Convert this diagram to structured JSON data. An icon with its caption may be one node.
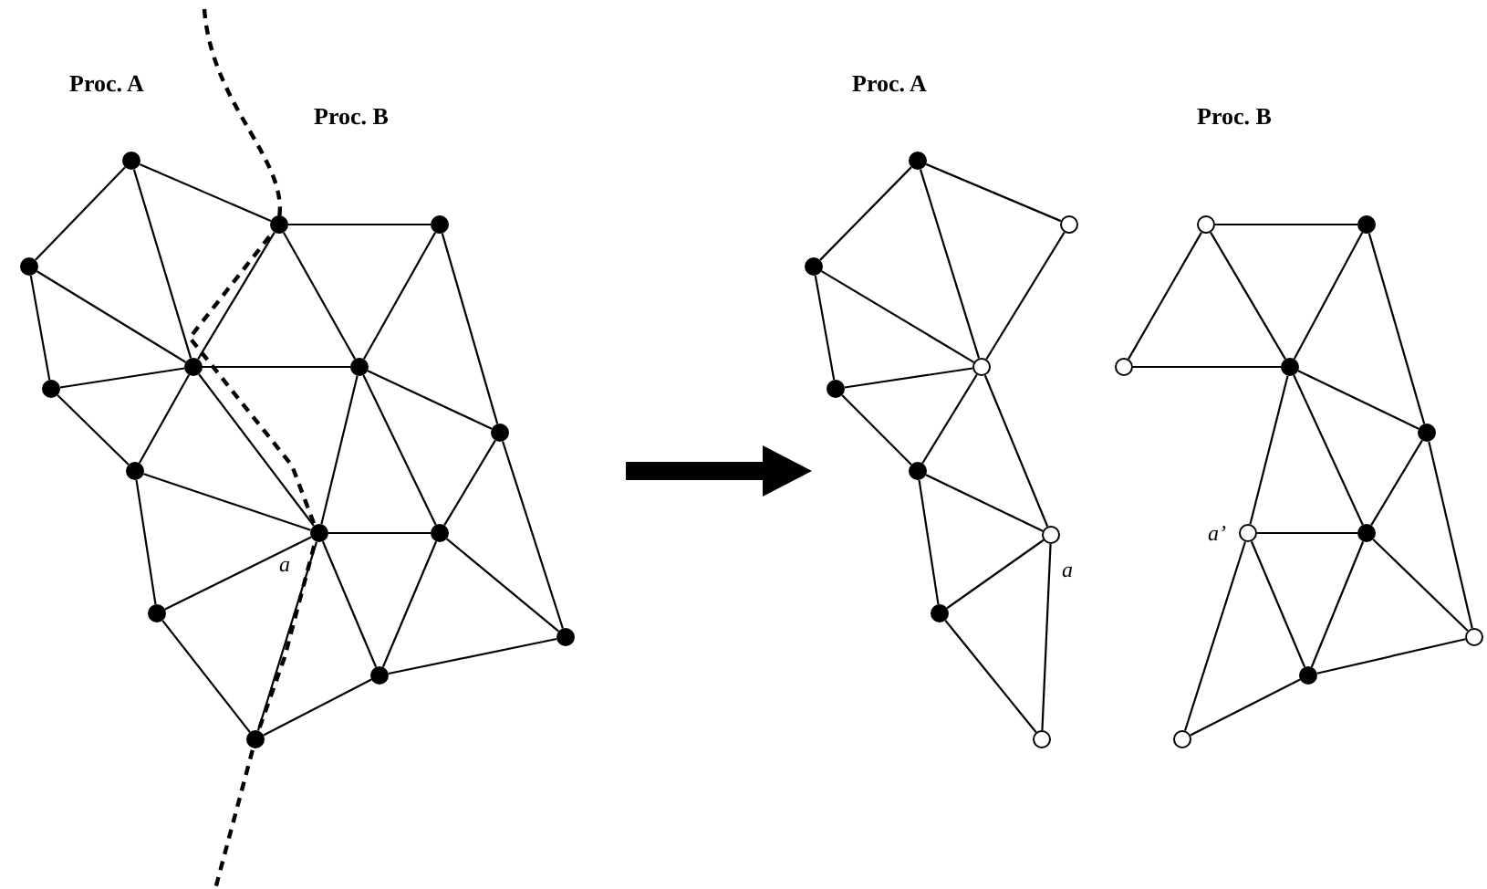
{
  "diagram": {
    "nodes": [
      {
        "text": [],
        "shape": "dot"
      },
      {
        "text": [],
        "shape": "dot"
      },
      {
        "text": [],
        "shape": "dot"
      },
      {
        "text": [],
        "shape": "dot"
      },
      {
        "text": [],
        "shape": "dot"
      },
      {
        "text": [],
        "shape": "dot"
      },
      {
        "text": [],
        "shape": "dot"
      },
      {
        "text": [],
        "shape": "dot"
      },
      {
        "text": [],
        "shape": "dot"
      },
      {
        "text": [],
        "shape": "dot",
        "beside": [
          "a"
        ]
      },
      {
        "text": [],
        "shape": "dot"
      },
      {
        "text": [],
        "shape": "dot"
      },
      {
        "text": [],
        "shape": "dot"
      },
      {
        "text": [],
        "shape": "dot"
      },
      {
        "text": [],
        "shape": "dot"
      },
      {
        "text": [],
        "shape": "dot"
      },
      {
        "text": [],
        "shape": "circle"
      },
      {
        "text": [],
        "shape": "dot"
      },
      {
        "text": [],
        "shape": "circle"
      },
      {
        "text": [],
        "shape": "dot"
      },
      {
        "text": [],
        "shape": "dot"
      },
      {
        "text": [],
        "shape": "circle",
        "beside": [
          "a"
        ]
      },
      {
        "text": [],
        "shape": "dot"
      },
      {
        "text": [],
        "shape": "circle"
      },
      {
        "text": [],
        "shape": "circle"
      },
      {
        "text": [],
        "shape": "dot"
      },
      {
        "text": [],
        "shape": "circle"
      },
      {
        "text": [],
        "shape": "dot"
      },
      {
        "text": [],
        "shape": "dot"
      },
      {
        "text": [],
        "shape": "circle",
        "beside": [
          "a’"
        ]
      },
      {
        "text": [],
        "shape": "dot"
      },
      {
        "text": [],
        "shape": "circle"
      },
      {
        "text": [],
        "shape": "dot"
      },
      {
        "text": [],
        "shape": "circle"
      }
    ],
    "edges": [
      {
        "from": 0,
        "to": 1,
        "arrow": "none"
      },
      {
        "from": 0,
        "to": 3,
        "arrow": "none"
      },
      {
        "from": 0,
        "to": 4,
        "arrow": "none"
      },
      {
        "from": 1,
        "to": 4,
        "arrow": "none"
      },
      {
        "from": 1,
        "to": 2,
        "arrow": "none"
      },
      {
        "from": 1,
        "to": 5,
        "arrow": "none"
      },
      {
        "from": 2,
        "to": 5,
        "arrow": "none"
      },
      {
        "from": 2,
        "to": 7,
        "arrow": "none"
      },
      {
        "from": 3,
        "to": 4,
        "arrow": "none"
      },
      {
        "from": 3,
        "to": 6,
        "arrow": "none"
      },
      {
        "from": 6,
        "to": 4,
        "arrow": "none"
      },
      {
        "from": 4,
        "to": 5,
        "arrow": "none"
      },
      {
        "from": 5,
        "to": 7,
        "arrow": "none"
      },
      {
        "from": 4,
        "to": 8,
        "arrow": "none"
      },
      {
        "from": 6,
        "to": 8,
        "arrow": "none"
      },
      {
        "from": 4,
        "to": 9,
        "arrow": "none"
      },
      {
        "from": 5,
        "to": 9,
        "arrow": "none"
      },
      {
        "from": 5,
        "to": 10,
        "arrow": "none"
      },
      {
        "from": 7,
        "to": 10,
        "arrow": "none"
      },
      {
        "from": 8,
        "to": 9,
        "arrow": "none"
      },
      {
        "from": 9,
        "to": 10,
        "arrow": "none"
      },
      {
        "from": 8,
        "to": 11,
        "arrow": "none"
      },
      {
        "from": 9,
        "to": 11,
        "arrow": "none"
      },
      {
        "from": 10,
        "to": 13,
        "arrow": "none"
      },
      {
        "from": 7,
        "to": 13,
        "arrow": "none"
      },
      {
        "from": 9,
        "to": 12,
        "arrow": "none"
      },
      {
        "from": 10,
        "to": 12,
        "arrow": "none"
      },
      {
        "from": 12,
        "to": 13,
        "arrow": "none"
      },
      {
        "from": 11,
        "to": 14,
        "arrow": "none"
      },
      {
        "from": 9,
        "to": 14,
        "arrow": "none"
      },
      {
        "from": 14,
        "to": 12,
        "arrow": "none"
      },
      {
        "from": 15,
        "to": 16,
        "arrow": "none"
      },
      {
        "from": 15,
        "to": 17,
        "arrow": "none"
      },
      {
        "from": 15,
        "to": 18,
        "arrow": "none"
      },
      {
        "from": 16,
        "to": 18,
        "arrow": "none"
      },
      {
        "from": 17,
        "to": 18,
        "arrow": "none"
      },
      {
        "from": 17,
        "to": 19,
        "arrow": "none"
      },
      {
        "from": 19,
        "to": 18,
        "arrow": "none"
      },
      {
        "from": 18,
        "to": 20,
        "arrow": "none"
      },
      {
        "from": 19,
        "to": 20,
        "arrow": "none"
      },
      {
        "from": 18,
        "to": 21,
        "arrow": "none"
      },
      {
        "from": 20,
        "to": 21,
        "arrow": "none"
      },
      {
        "from": 20,
        "to": 22,
        "arrow": "none"
      },
      {
        "from": 21,
        "to": 22,
        "arrow": "none"
      },
      {
        "from": 22,
        "to": 23,
        "arrow": "none"
      },
      {
        "from": 21,
        "to": 23,
        "arrow": "none"
      },
      {
        "from": 24,
        "to": 25,
        "arrow": "none"
      },
      {
        "from": 24,
        "to": 26,
        "arrow": "none"
      },
      {
        "from": 24,
        "to": 27,
        "arrow": "none"
      },
      {
        "from": 25,
        "to": 27,
        "arrow": "none"
      },
      {
        "from": 25,
        "to": 28,
        "arrow": "none"
      },
      {
        "from": 26,
        "to": 27,
        "arrow": "none"
      },
      {
        "from": 27,
        "to": 28,
        "arrow": "none"
      },
      {
        "from": 27,
        "to": 29,
        "arrow": "none"
      },
      {
        "from": 27,
        "to": 30,
        "arrow": "none"
      },
      {
        "from": 28,
        "to": 30,
        "arrow": "none"
      },
      {
        "from": 29,
        "to": 30,
        "arrow": "none"
      },
      {
        "from": 29,
        "to": 32,
        "arrow": "none"
      },
      {
        "from": 30,
        "to": 32,
        "arrow": "none"
      },
      {
        "from": 30,
        "to": 31,
        "arrow": "none"
      },
      {
        "from": 28,
        "to": 31,
        "arrow": "none"
      },
      {
        "from": 32,
        "to": 31,
        "arrow": "none"
      },
      {
        "from": 29,
        "to": 33,
        "arrow": "none"
      },
      {
        "from": 33,
        "to": 32,
        "arrow": "none"
      }
    ],
    "labels": [
      "Proc. A",
      "Proc. B",
      "Proc. A",
      "Proc. B"
    ]
  }
}
